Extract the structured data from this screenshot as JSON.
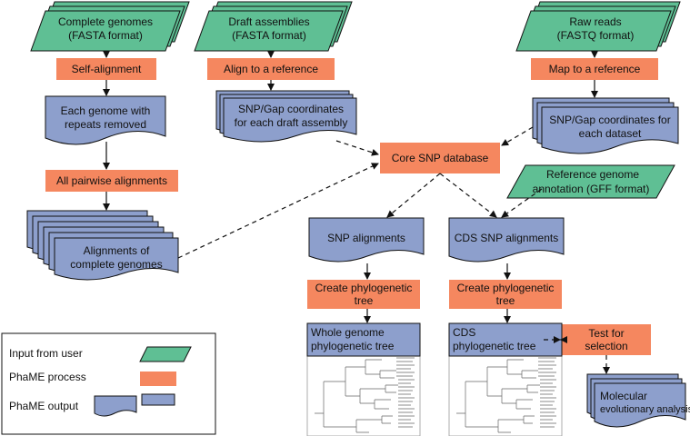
{
  "inputs": {
    "complete_genomes": [
      "Complete genomes",
      "(FASTA format)"
    ],
    "draft_assemblies": [
      "Draft assemblies",
      "(FASTA format)"
    ],
    "raw_reads": [
      "Raw reads",
      "(FASTQ format)"
    ],
    "reference_annotation": [
      "Reference genome",
      "annotation (GFF format)"
    ]
  },
  "processes": {
    "self_alignment": "Self-alignment",
    "align_to_reference": "Align to a reference",
    "map_to_reference": "Map to a reference",
    "all_pairwise": "All pairwise alignments",
    "core_snp_db": "Core SNP database",
    "create_tree_snp": [
      "Create phylogenetic",
      "tree"
    ],
    "create_tree_cds": [
      "Create phylogenetic",
      "tree"
    ],
    "test_selection": [
      "Test for",
      "selection"
    ]
  },
  "outputs": {
    "repeats_removed": [
      "Each genome with",
      "repeats removed"
    ],
    "snp_gap_draft": [
      "SNP/Gap coordinates",
      "for each draft assembly"
    ],
    "snp_gap_dataset": [
      "SNP/Gap coordinates for",
      "each dataset"
    ],
    "alignments_complete": [
      "Alignments of",
      "complete genomes"
    ],
    "snp_alignments": "SNP alignments",
    "cds_snp_alignments": "CDS SNP alignments",
    "whole_genome_tree": [
      "Whole genome",
      "phylogenetic tree"
    ],
    "cds_tree": [
      "CDS",
      "phylogenetic tree"
    ],
    "molecular_results": [
      "Molecular",
      "evolutionary analysis results"
    ]
  },
  "legend": {
    "input": "Input from user",
    "process": "PhaME process",
    "output": "PhaME output"
  },
  "colors": {
    "input": "#5fbf94",
    "process": "#f5875f",
    "output": "#8d9fcc"
  }
}
